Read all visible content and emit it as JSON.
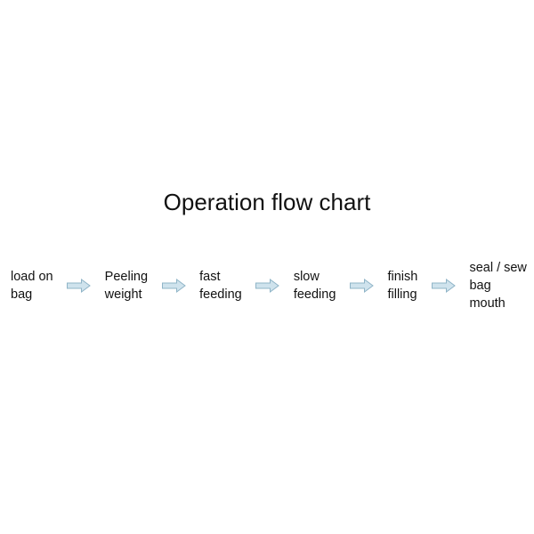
{
  "diagram": {
    "title": "Operation flow chart",
    "steps": [
      {
        "label": "load on\nbag"
      },
      {
        "label": "Peeling\nweight"
      },
      {
        "label": "fast\nfeeding"
      },
      {
        "label": "slow\nfeeding"
      },
      {
        "label": "finish\nfilling"
      },
      {
        "label": "seal / sew\nbag\nmouth"
      }
    ],
    "arrow": {
      "fill_color": "#cfe3ed",
      "border_color": "#8fb4c7"
    }
  }
}
